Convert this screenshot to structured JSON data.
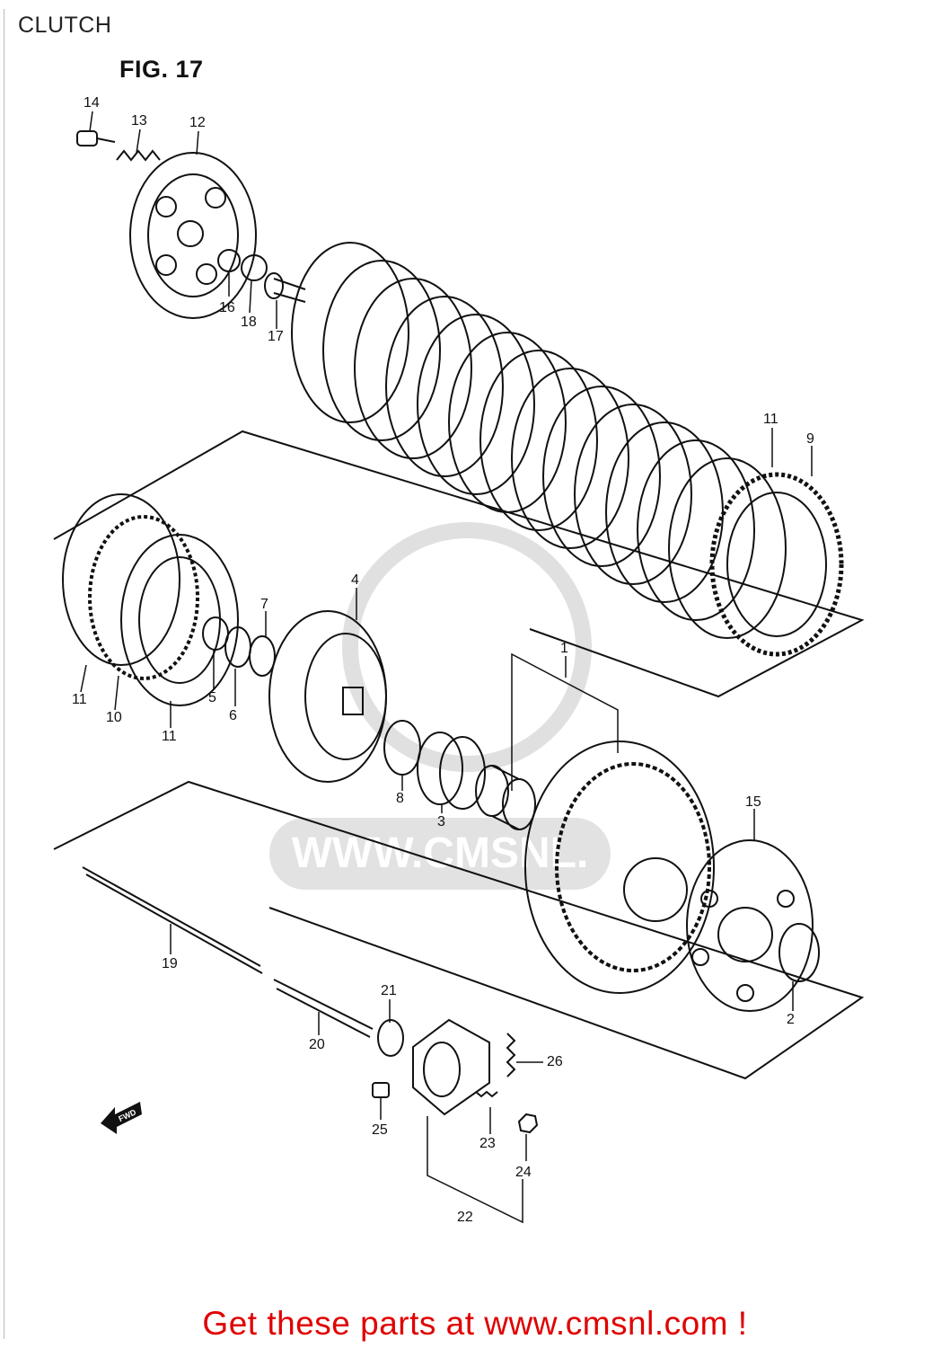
{
  "header": {
    "title": "CLUTCH"
  },
  "figure": {
    "label": "FIG. 17"
  },
  "direction_arrow": "FWD",
  "watermark": "WWW.CMSNL.",
  "callouts": {
    "c1": "1",
    "c2": "2",
    "c3": "3",
    "c4": "4",
    "c5": "5",
    "c6": "6",
    "c7": "7",
    "c8": "8",
    "c9": "9",
    "c10": "10",
    "c11a": "11",
    "c11b": "11",
    "c11c": "11",
    "c12": "12",
    "c13": "13",
    "c14": "14",
    "c15": "15",
    "c16": "16",
    "c17": "17",
    "c18": "18",
    "c19": "19",
    "c20": "20",
    "c21": "21",
    "c22": "22",
    "c23": "23",
    "c24": "24",
    "c25": "25",
    "c26": "26"
  },
  "footer": {
    "cta": "Get these parts at www.cmsnl.com !"
  }
}
